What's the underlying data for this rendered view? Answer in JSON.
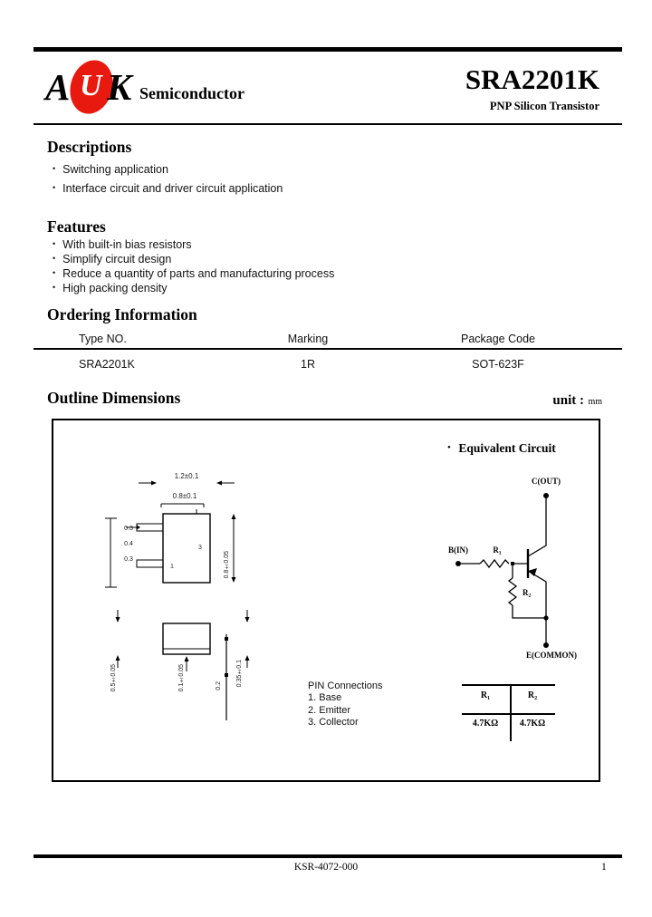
{
  "colors": {
    "logo_red": "#e8190f"
  },
  "header": {
    "logo_a": "A",
    "logo_u": "U",
    "logo_k": "K",
    "logo_text": "Semiconductor",
    "part_number": "SRA2201K",
    "subtitle": "PNP Silicon Transistor"
  },
  "descriptions": {
    "title": "Descriptions",
    "bullet": "•",
    "items": [
      "Switching application",
      "Interface circuit and driver circuit application"
    ]
  },
  "features": {
    "title": "Features",
    "bullet": "•",
    "items": [
      "With built-in bias resistors",
      "Simplify circuit design",
      "Reduce a quantity of parts and manufacturing process",
      "High packing density"
    ]
  },
  "ordering": {
    "title": "Ordering Information",
    "columns": [
      "Type NO.",
      "Marking",
      "Package Code"
    ],
    "rows": [
      [
        "SRA2201K",
        "1R",
        "SOT-623F"
      ]
    ]
  },
  "outline": {
    "title": "Outline Dimensions",
    "unit_label": "unit :",
    "unit_value": "mm",
    "pin_connections": {
      "title": "PIN Connections",
      "items": [
        "1. Base",
        "2. Emitter",
        "3. Collector"
      ]
    },
    "dims": {
      "top_width": "1.2±0.1",
      "body_width": "0.8±0.1",
      "pitch_a": "0.3",
      "pitch_b": "0.4",
      "pitch_c": "0.3",
      "body_length": "0.8±0.05",
      "side_height": "0.5±0.05",
      "standoff": "0.1±0.05",
      "seat_a": "0.2",
      "lead_len": "0.35±0.1"
    },
    "pins": {
      "p1": "1",
      "p3": "3"
    }
  },
  "equivalent_circuit": {
    "bullet": "•",
    "title": "Equivalent Circuit",
    "labels": {
      "collector": "C(OUT)",
      "base": "B(IN)",
      "r1": "R₁",
      "r2": "R₂",
      "emitter": "E(COMMON)"
    },
    "resistor_table": {
      "headers": [
        "R₁",
        "R₂"
      ],
      "values": [
        "4.7KΩ",
        "4.7KΩ"
      ]
    }
  },
  "footer": {
    "doc_number": "KSR-4072-000",
    "page_number": "1"
  }
}
